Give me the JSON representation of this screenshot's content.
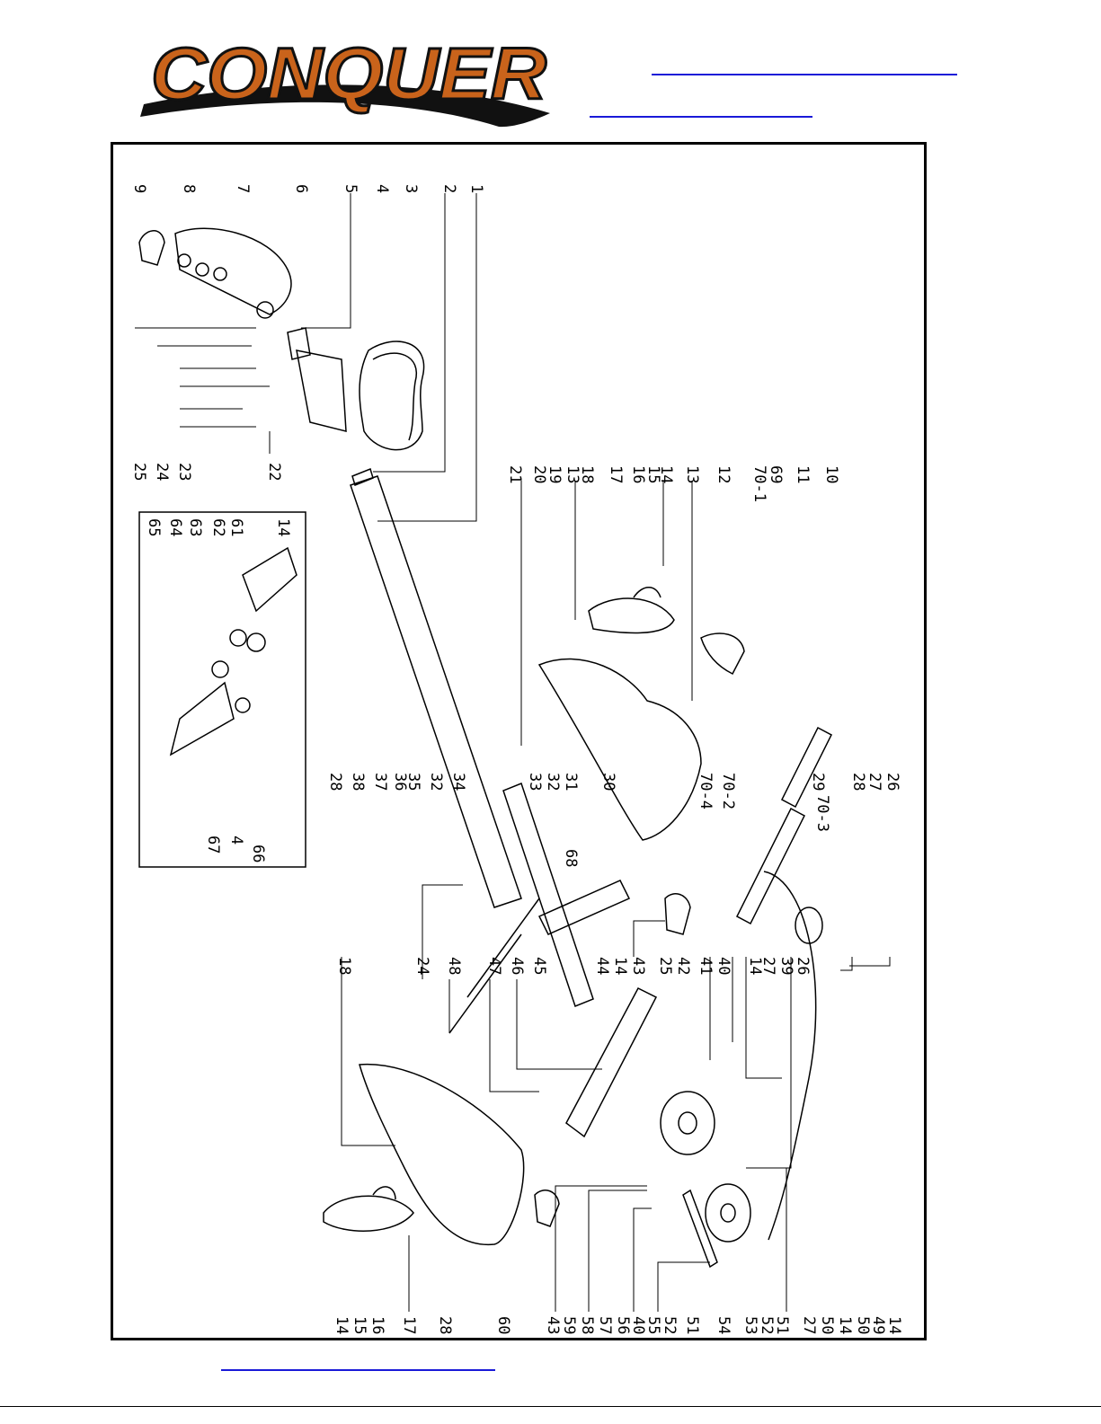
{
  "header": {
    "brand": "CONQUER",
    "link_lines": 2,
    "brand_colors": {
      "orange": "#c9631b",
      "outline": "#111111"
    }
  },
  "diagram": {
    "part_labels": {
      "top": [
        "9",
        "8",
        "7",
        "6",
        "5",
        "4",
        "3",
        "2",
        "1"
      ],
      "left_col": [
        "25",
        "24",
        "23",
        "22"
      ],
      "middle_col": [
        "21",
        "20",
        "19",
        "13",
        "18",
        "17",
        "16",
        "15",
        "14",
        "13",
        "12",
        "70-1",
        "69",
        "11",
        "10"
      ],
      "inset": [
        "14",
        "61",
        "62",
        "63",
        "64",
        "65",
        "66",
        "4",
        "67"
      ],
      "center_col": [
        "28",
        "38",
        "37",
        "36",
        "32",
        "35",
        "34",
        "33",
        "32",
        "31",
        "30",
        "68"
      ],
      "right_col": [
        "70-4",
        "70-2",
        "29",
        "70-3",
        "28",
        "27",
        "26"
      ],
      "lower": [
        "24",
        "48",
        "47",
        "46",
        "45",
        "44",
        "14",
        "43",
        "25",
        "42",
        "41",
        "40",
        "14",
        "27",
        "39",
        "26"
      ],
      "bottom": [
        "18",
        "14",
        "15",
        "16",
        "17",
        "28",
        "60",
        "43",
        "59",
        "58",
        "57",
        "56",
        "40",
        "55",
        "52",
        "51",
        "54",
        "53",
        "52",
        "51",
        "27",
        "50",
        "14",
        "50",
        "49",
        "14"
      ]
    }
  },
  "footer": {
    "link_lines": 1
  }
}
